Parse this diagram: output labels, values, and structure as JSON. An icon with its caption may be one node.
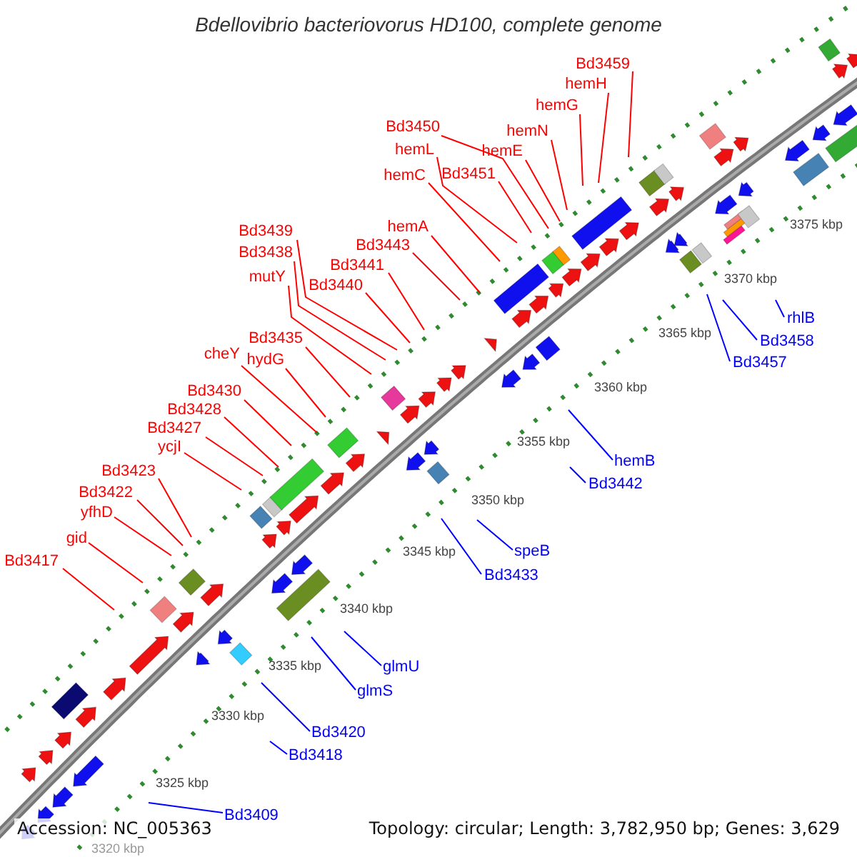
{
  "diagram": {
    "title": "Bdellovibrio bacteriovorus HD100, complete genome",
    "nodes": [
      {
        "text": [
          "Bd3459"
        ]
      },
      {
        "text": [
          "hemH"
        ]
      },
      {
        "text": [
          "hemG"
        ]
      },
      {
        "text": [
          "hemN"
        ]
      },
      {
        "text": [
          "hemE"
        ]
      },
      {
        "text": [
          "Bd3450"
        ]
      },
      {
        "text": [
          "hemL"
        ]
      },
      {
        "text": [
          "Bd3451"
        ]
      },
      {
        "text": [
          "hemC"
        ]
      },
      {
        "text": [
          "hemA"
        ]
      },
      {
        "text": [
          "Bd3443"
        ]
      },
      {
        "text": [
          "Bd3441"
        ]
      },
      {
        "text": [
          "Bd3439"
        ]
      },
      {
        "text": [
          "Bd3438"
        ]
      },
      {
        "text": [
          "Bd3440"
        ]
      },
      {
        "text": [
          "mutY"
        ]
      },
      {
        "text": [
          "Bd3435"
        ]
      },
      {
        "text": [
          "cheY"
        ]
      },
      {
        "text": [
          "hydG"
        ]
      },
      {
        "text": [
          "Bd3430"
        ]
      },
      {
        "text": [
          "Bd3428"
        ]
      },
      {
        "text": [
          "Bd3427"
        ]
      },
      {
        "text": [
          "ycjI"
        ]
      },
      {
        "text": [
          "Bd3423"
        ]
      },
      {
        "text": [
          "Bd3422"
        ]
      },
      {
        "text": [
          "yfhD"
        ]
      },
      {
        "text": [
          "gid"
        ]
      },
      {
        "text": [
          "Bd3417"
        ]
      },
      {
        "text": [
          "rhlB"
        ]
      },
      {
        "text": [
          "Bd3458"
        ]
      },
      {
        "text": [
          "Bd3457"
        ]
      },
      {
        "text": [
          "hemB"
        ]
      },
      {
        "text": [
          "Bd3442"
        ]
      },
      {
        "text": [
          "speB"
        ]
      },
      {
        "text": [
          "Bd3433"
        ]
      },
      {
        "text": [
          "glmU"
        ]
      },
      {
        "text": [
          "glmS"
        ]
      },
      {
        "text": [
          "Bd3420"
        ]
      },
      {
        "text": [
          "Bd3418"
        ]
      },
      {
        "text": [
          "Bd3409"
        ]
      }
    ],
    "edges": [
      {
        "from": 0,
        "to": null,
        "arrow": "none"
      },
      {
        "from": 1,
        "to": null,
        "arrow": "none"
      },
      {
        "from": 2,
        "to": null,
        "arrow": "none"
      },
      {
        "from": 3,
        "to": null,
        "arrow": "none"
      },
      {
        "from": 4,
        "to": null,
        "arrow": "none"
      },
      {
        "from": 5,
        "to": null,
        "arrow": "none"
      },
      {
        "from": 6,
        "to": null,
        "arrow": "none"
      },
      {
        "from": 7,
        "to": null,
        "arrow": "none"
      },
      {
        "from": 8,
        "to": null,
        "arrow": "none"
      },
      {
        "from": 9,
        "to": null,
        "arrow": "none"
      },
      {
        "from": 10,
        "to": null,
        "arrow": "none"
      },
      {
        "from": 11,
        "to": null,
        "arrow": "none"
      },
      {
        "from": 12,
        "to": null,
        "arrow": "none"
      },
      {
        "from": 13,
        "to": null,
        "arrow": "none"
      },
      {
        "from": 14,
        "to": null,
        "arrow": "none"
      },
      {
        "from": 15,
        "to": null,
        "arrow": "none"
      },
      {
        "from": 16,
        "to": null,
        "arrow": "none"
      },
      {
        "from": 17,
        "to": null,
        "arrow": "none"
      },
      {
        "from": 18,
        "to": null,
        "arrow": "none"
      },
      {
        "from": 19,
        "to": null,
        "arrow": "none"
      },
      {
        "from": 20,
        "to": null,
        "arrow": "none"
      },
      {
        "from": 21,
        "to": null,
        "arrow": "none"
      },
      {
        "from": 22,
        "to": null,
        "arrow": "none"
      },
      {
        "from": 23,
        "to": null,
        "arrow": "none"
      },
      {
        "from": 24,
        "to": null,
        "arrow": "none"
      },
      {
        "from": 25,
        "to": null,
        "arrow": "none"
      },
      {
        "from": 26,
        "to": null,
        "arrow": "none"
      },
      {
        "from": 27,
        "to": null,
        "arrow": "none"
      },
      {
        "from": 28,
        "to": null,
        "arrow": "none",
        "color": "#0000ff"
      },
      {
        "from": 29,
        "to": null,
        "arrow": "none",
        "color": "#0000ff"
      },
      {
        "from": 30,
        "to": null,
        "arrow": "none",
        "color": "#0000ff"
      },
      {
        "from": 31,
        "to": null,
        "arrow": "none",
        "color": "#0000ff"
      },
      {
        "from": 32,
        "to": null,
        "arrow": "none",
        "color": "#0000ff"
      },
      {
        "from": 33,
        "to": null,
        "arrow": "none",
        "color": "#0000ff"
      },
      {
        "from": 34,
        "to": null,
        "arrow": "none",
        "color": "#0000ff"
      },
      {
        "from": 35,
        "to": null,
        "arrow": "none",
        "color": "#0000ff"
      },
      {
        "from": 36,
        "to": null,
        "arrow": "none",
        "color": "#0000ff"
      },
      {
        "from": 37,
        "to": null,
        "arrow": "none",
        "color": "#0000ff"
      },
      {
        "from": 38,
        "to": null,
        "arrow": "none",
        "color": "#0000ff"
      },
      {
        "from": 39,
        "to": null,
        "arrow": "none",
        "color": "#0000ff"
      }
    ],
    "labels": [
      "3375 kbp",
      "3370 kbp",
      "3365 kbp",
      "3360 kbp",
      "3355 kbp",
      "3350 kbp",
      "3345 kbp",
      "3340 kbp",
      "3335 kbp",
      "3330 kbp",
      "3325 kbp",
      "3320 kbp",
      "Accession: NC_005363",
      "Topology: circular; Length: 3,782,950 bp; Genes: 3,629"
    ]
  }
}
